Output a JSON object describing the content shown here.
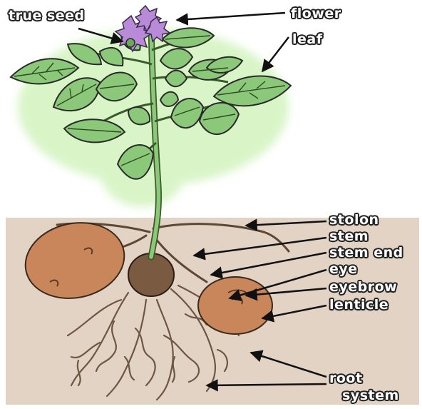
{
  "labels": {
    "true_seed": "true seed",
    "flower": "flower",
    "leaf": "leaf",
    "stolon": "stolon",
    "stem": "stem",
    "stem_end": "stem end",
    "eye": "eye",
    "eyebrow": "eyebrow",
    "lenticle": "lenticle",
    "root_line1": "root",
    "root_line2": "system"
  },
  "colors": {
    "soil": "#e2d3c4",
    "tuber": "#c8865a",
    "tuber_dark": "#7a5a40",
    "leaf": "#8bc87a",
    "leaf_vein": "#2e4a22",
    "glow": "#d9f5c8",
    "flower": "#b98ad8",
    "outline": "#2a2a2a",
    "root": "#6e5642"
  }
}
